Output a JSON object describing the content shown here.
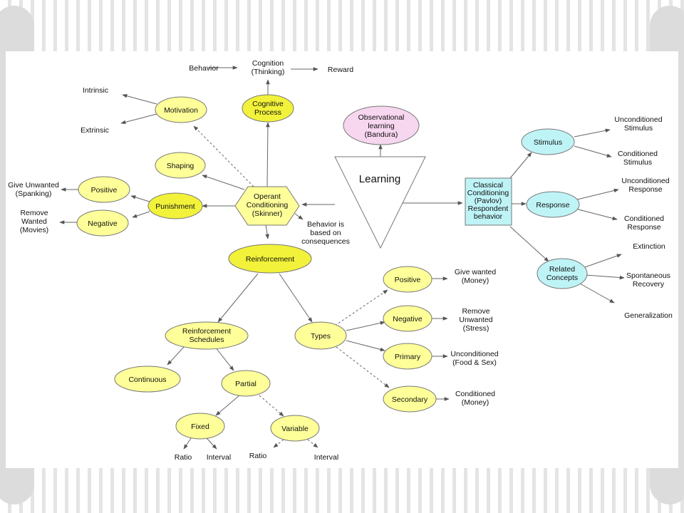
{
  "nodes": {
    "learning": "Learning",
    "observational": [
      "Observational",
      "learning",
      "(Bandura)"
    ],
    "operant": [
      "Operant",
      "Conditioning",
      "(Skinner)"
    ],
    "cognitive_process": [
      "Cognitive",
      "Process"
    ],
    "motivation": "Motivation",
    "shaping": "Shaping",
    "punishment": "Punishment",
    "pun_positive": "Positive",
    "pun_negative": "Negative",
    "reinforcement": "Reinforcement",
    "reinforcement_schedules": [
      "Reinforcement",
      "Schedules"
    ],
    "continuous": "Continuous",
    "partial": "Partial",
    "fixed": "Fixed",
    "variable": "Variable",
    "types": "Types",
    "type_positive": "Positive",
    "type_negative": "Negative",
    "type_primary": "Primary",
    "type_secondary": "Secondary",
    "classical": [
      "Classical",
      "Conditioning",
      "(Pavlov)",
      "Respondent",
      "behavior"
    ],
    "stimulus": "Stimulus",
    "response": "Response",
    "related_concepts": [
      "Related",
      "Concepts"
    ]
  },
  "labels": {
    "behavior": "Behavior",
    "cognition": [
      "Cognition",
      "(Thinking)"
    ],
    "reward": "Reward",
    "intrinsic": "Intrinsic",
    "extrinsic": "Extrinsic",
    "give_unwanted": [
      "Give Unwanted",
      "(Spanking)"
    ],
    "remove_wanted": [
      "Remove",
      "Wanted",
      "(Movies)"
    ],
    "consequences": [
      "Behavior is",
      "based on",
      "consequences"
    ],
    "fixed_ratio": "Ratio",
    "fixed_interval": "Interval",
    "variable_ratio": "Ratio",
    "variable_interval": "Interval",
    "give_wanted": [
      "Give wanted",
      "(Money)"
    ],
    "remove_unwanted": [
      "Remove",
      "Unwanted",
      "(Stress)"
    ],
    "unconditioned_food": [
      "Unconditioned",
      "(Food & Sex)"
    ],
    "conditioned_money": [
      "Conditioned",
      "(Money)"
    ],
    "unconditioned_stimulus": [
      "Unconditioned",
      "Stimulus"
    ],
    "conditioned_stimulus": [
      "Conditioned",
      "Stimulus"
    ],
    "unconditioned_response": [
      "Unconditioned",
      "Response"
    ],
    "conditioned_response": [
      "Conditioned",
      "Response"
    ],
    "extinction": "Extinction",
    "spontaneous_recovery": [
      "Spontaneous",
      "Recovery"
    ],
    "generalization": "Generalization"
  },
  "colors": {
    "yellow_node": "#ffff99",
    "bright_yellow_node": "#f2f23a",
    "pink_node": "#f7d6ef",
    "cyan_node": "#bff4f7",
    "stroke": "#777777"
  }
}
